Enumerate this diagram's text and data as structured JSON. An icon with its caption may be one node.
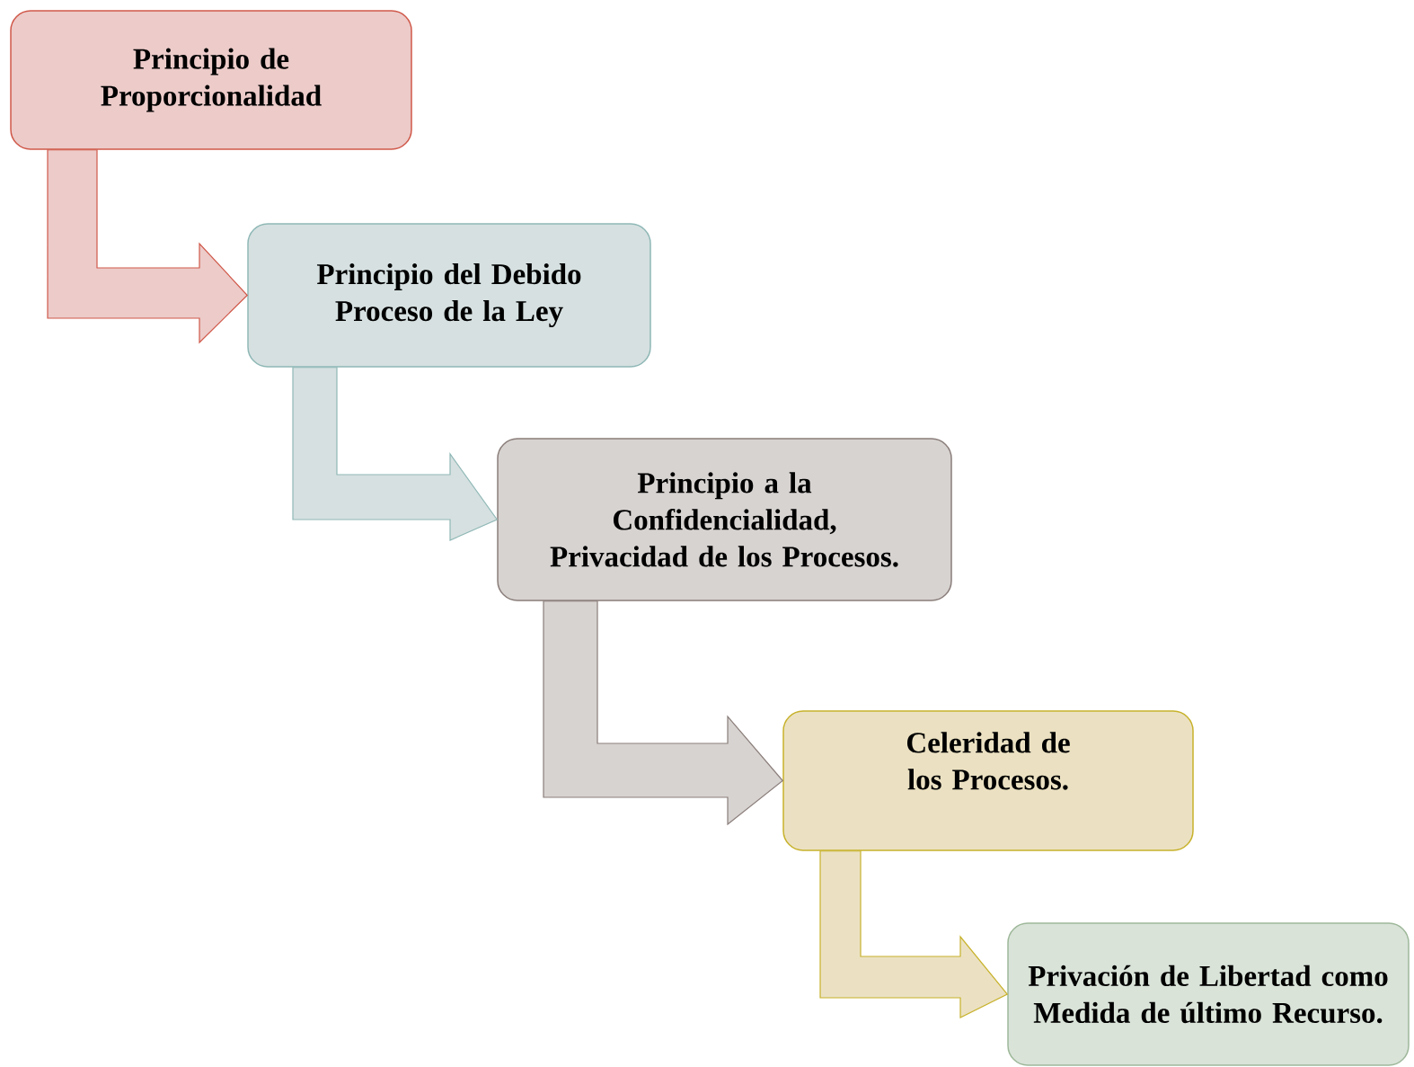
{
  "diagram": {
    "nodes": [
      {
        "text": [
          "Principio de Proporcionalidad"
        ]
      },
      {
        "text": [
          "Principio del Debido Proceso de la Ley"
        ]
      },
      {
        "text": [
          "Principio a la Confidencialidad, Privacidad de los Procesos."
        ]
      },
      {
        "text": [
          "Celeridad de los Procesos."
        ]
      },
      {
        "text": [
          "Privación de Libertad como Medida de último Recurso."
        ]
      }
    ],
    "edges": [
      {
        "from": 0,
        "to": 1,
        "arrow": "to",
        "color": "#eccbc9"
      },
      {
        "from": 1,
        "to": 2,
        "arrow": "to",
        "color": "#d6e0e0"
      },
      {
        "from": 2,
        "to": 3,
        "arrow": "to",
        "color": "#d7d3d1"
      },
      {
        "from": 3,
        "to": 4,
        "arrow": "to",
        "color": "#ebe1c2"
      }
    ]
  }
}
